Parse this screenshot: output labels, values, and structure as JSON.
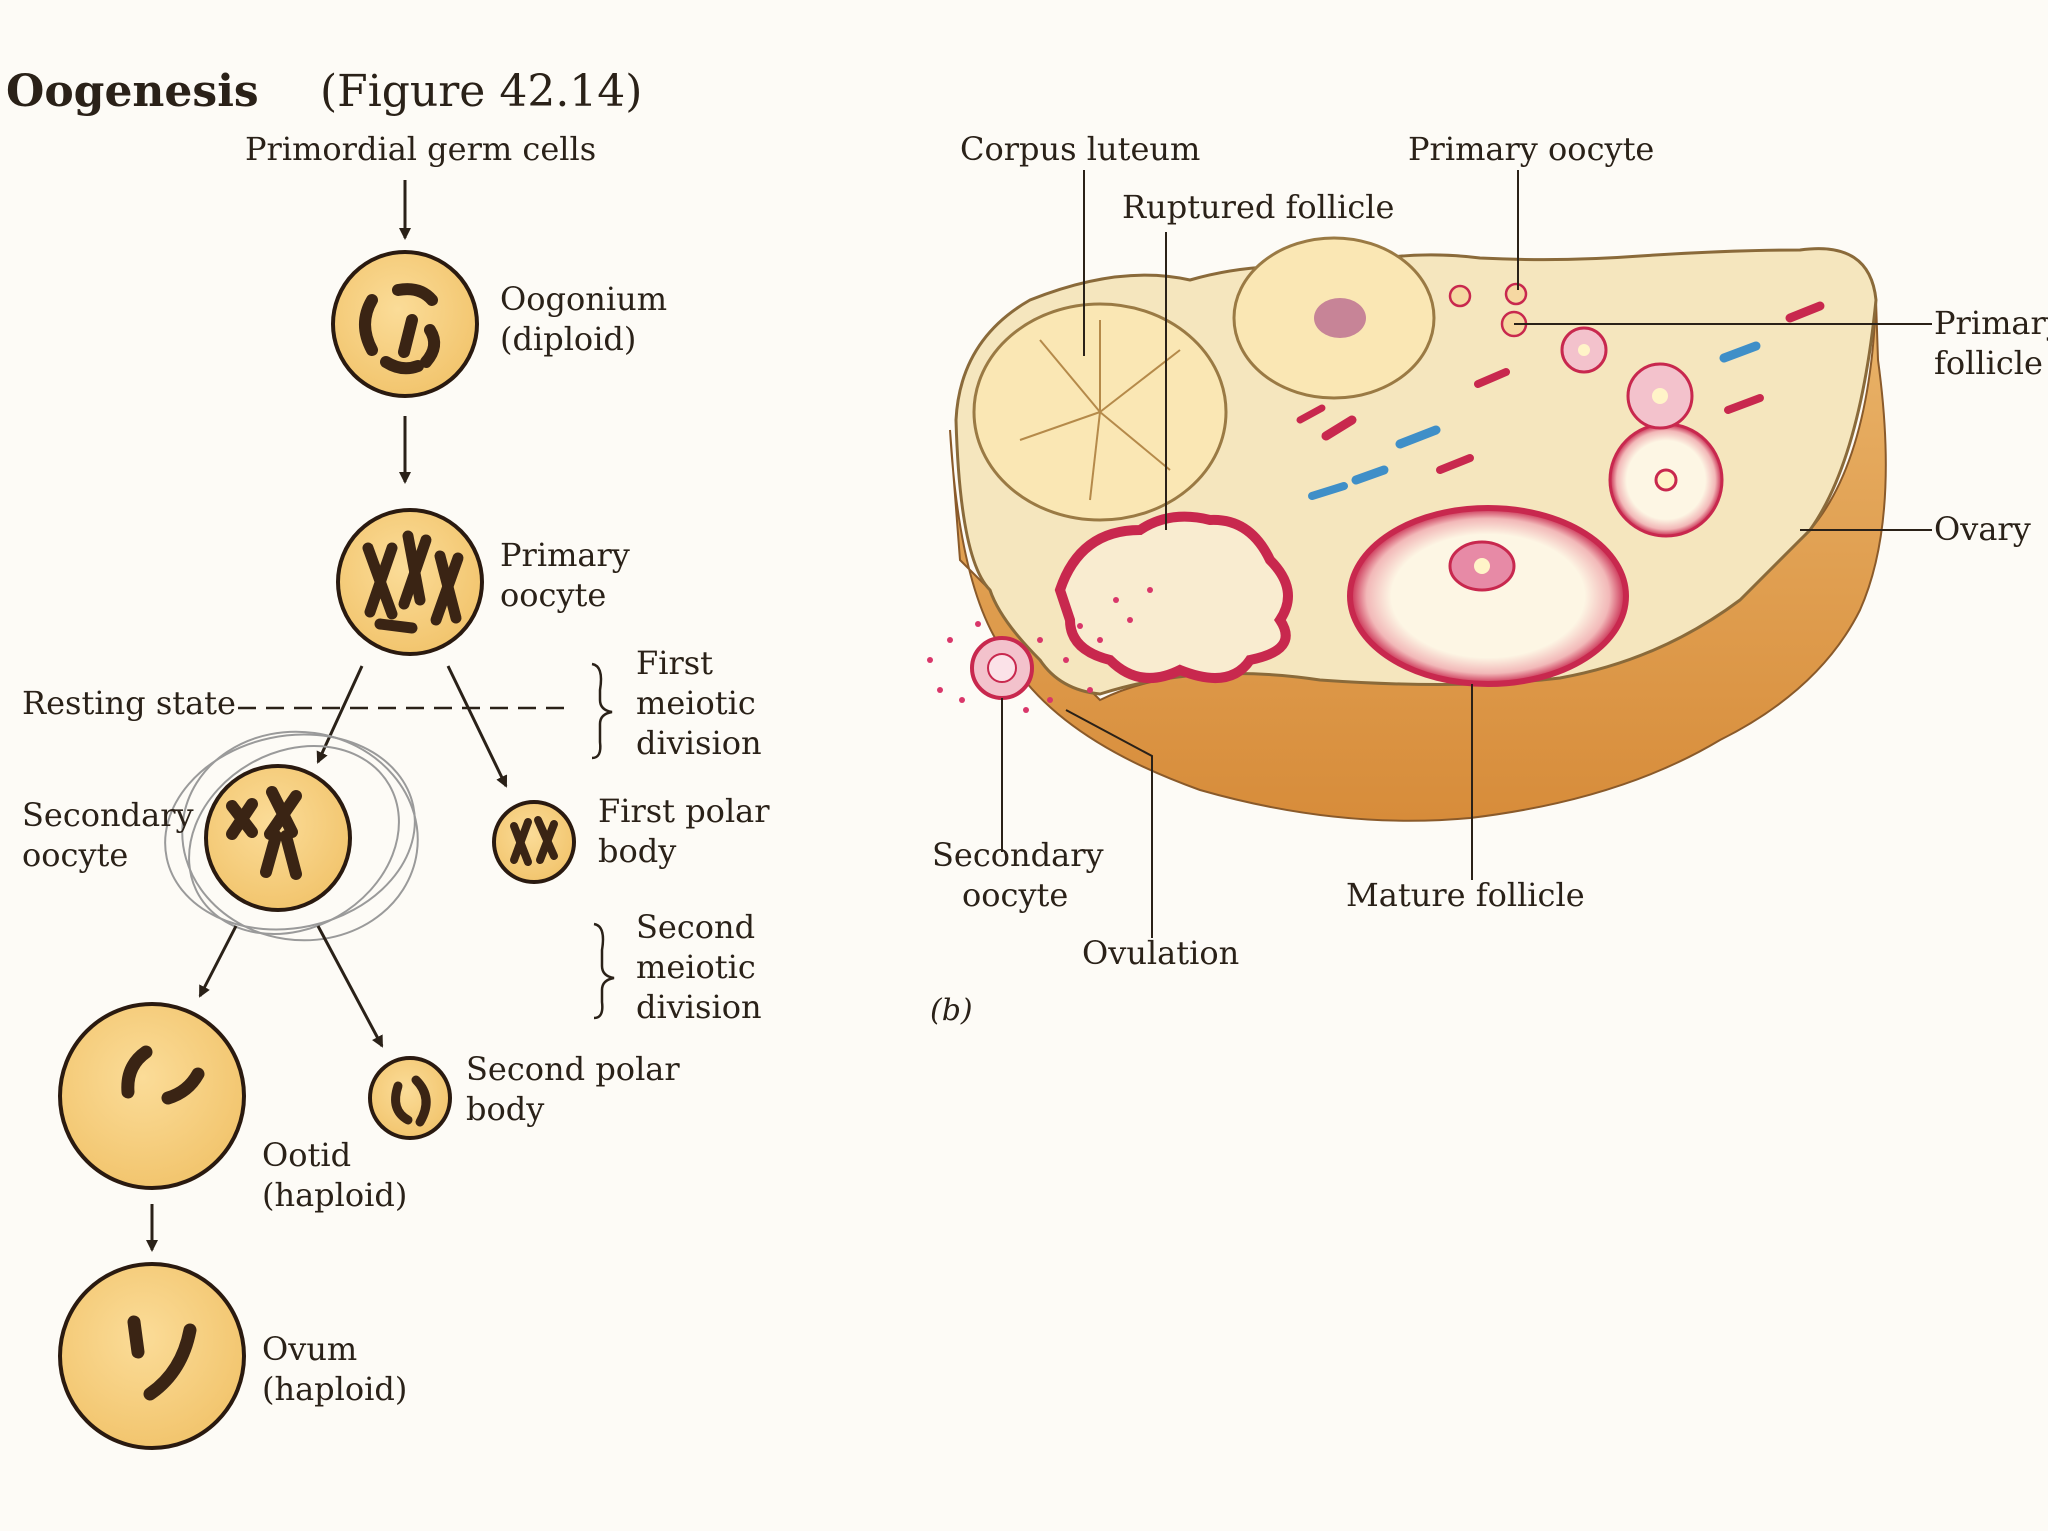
{
  "title": "Oogenesis",
  "figure_ref": "(Figure 42.14)",
  "panel_a": {
    "primordial": "Primordial germ cells",
    "oogonium": [
      "Oogonium",
      "(diploid)"
    ],
    "primary_oocyte": [
      "Primary",
      "oocyte"
    ],
    "resting_state": "Resting state",
    "first_meiotic": [
      "First",
      "meiotic",
      "division"
    ],
    "secondary_oocyte": [
      "Secondary",
      "oocyte"
    ],
    "first_polar": [
      "First polar",
      "body"
    ],
    "second_meiotic": [
      "Second",
      "meiotic",
      "division"
    ],
    "second_polar": [
      "Second polar",
      "body"
    ],
    "ootid": [
      "Ootid",
      "(haploid)"
    ],
    "ovum": [
      "Ovum",
      "(haploid)"
    ]
  },
  "panel_b": {
    "corpus_luteum": "Corpus luteum",
    "primary_oocyte": "Primary oocyte",
    "ruptured_follicle": "Ruptured follicle",
    "primary_follicle": [
      "Primary",
      "follicle"
    ],
    "ovary": "Ovary",
    "secondary_oocyte": [
      "Secondary",
      "oocyte"
    ],
    "ovulation": "Ovulation",
    "mature_follicle": "Mature follicle",
    "panel_label": "(b)"
  },
  "colors": {
    "cell_fill": "#f6cf82",
    "cell_stroke": "#2a1a10",
    "chromosome": "#3a2414",
    "ovary_tissue": "#f4e3b8",
    "ovary_underside": "#e2a552",
    "follicle_red": "#c8284e",
    "vessel_blue": "#3f8fc8"
  }
}
